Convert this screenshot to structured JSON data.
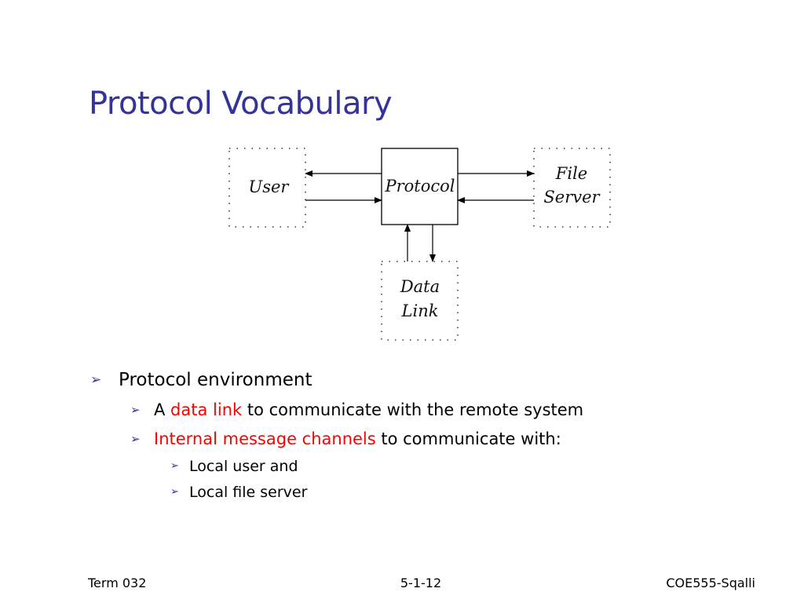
{
  "slide": {
    "title": "Protocol Vocabulary"
  },
  "diagram": {
    "user": "User",
    "protocol": "Protocol",
    "file_server": [
      "File",
      "Server"
    ],
    "data_link": [
      "Data",
      "Link"
    ]
  },
  "bullets": {
    "marker": "➢",
    "b1": "Protocol environment",
    "b2": {
      "pre": "A ",
      "emph": "data link",
      "post": " to communicate with the remote system"
    },
    "b3": {
      "emph": "Internal message channels",
      "post": " to communicate with:"
    },
    "b4": "Local user and",
    "b5": "Local file server"
  },
  "colors": {
    "title": "#333399",
    "marker": "#333399",
    "emphasis": "#ff0000"
  },
  "footer": {
    "left": "Term 032",
    "center": "5-1-12",
    "right": "COE555-Sqalli"
  }
}
